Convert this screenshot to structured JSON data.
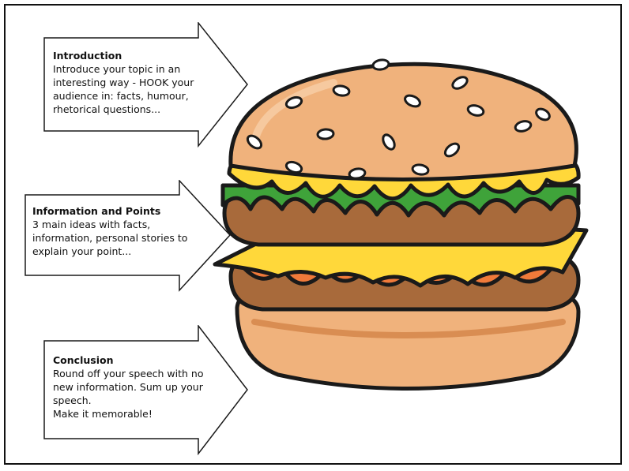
{
  "sections": [
    {
      "title": "Introduction",
      "text": "Introduce your topic in an\ninteresting way - HOOK your\naudience in: facts, humour,\nrhetorical questions..."
    },
    {
      "title": "Information and Points",
      "text": "3 main ideas with facts,\ninformation, personal stories to\nexplain your point..."
    },
    {
      "title": "Conclusion",
      "text": "Round off your speech with no\nnew information. Sum up your\nspeech.\nMake it memorable!"
    }
  ],
  "colors": {
    "outline": "#1a1a1a",
    "bun": "#f0b27c",
    "bun_shade": "#d98d52",
    "cheese": "#ffd83a",
    "lettuce": "#3fa33a",
    "patty": "#a86a3b",
    "tomato": "#f07a3a"
  },
  "illustration": "burger-icon"
}
